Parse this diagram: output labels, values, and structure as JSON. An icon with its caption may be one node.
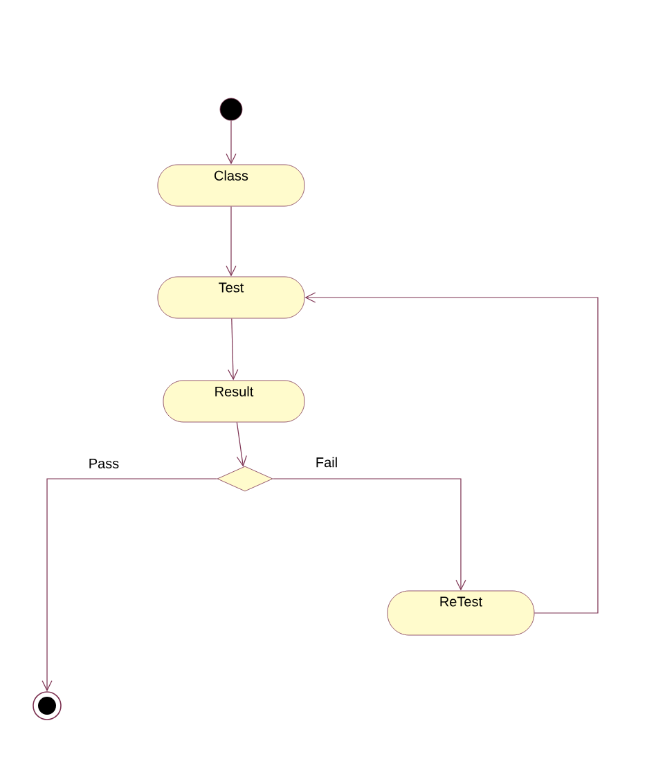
{
  "diagram": {
    "nodes": [
      {
        "text": [],
        "shape": "circle"
      },
      {
        "text": [
          "Class"
        ]
      },
      {
        "text": [
          "Test"
        ]
      },
      {
        "text": [
          "Result"
        ]
      },
      {
        "text": [],
        "shape": "diamond"
      },
      {
        "text": [
          "ReTest"
        ]
      },
      {
        "text": [],
        "shape": "circle"
      }
    ],
    "edges": [
      {
        "from": 0,
        "to": 1,
        "arrow": "to"
      },
      {
        "from": 1,
        "to": 2,
        "arrow": "to"
      },
      {
        "from": 2,
        "to": 3,
        "arrow": "to"
      },
      {
        "from": 3,
        "to": 4,
        "arrow": "to"
      },
      {
        "from": 4,
        "to": 6,
        "arrow": "to",
        "label": "Pass"
      },
      {
        "from": 4,
        "to": 5,
        "arrow": "to",
        "label": "Fail"
      },
      {
        "from": 5,
        "to": 2,
        "arrow": "to"
      }
    ]
  }
}
